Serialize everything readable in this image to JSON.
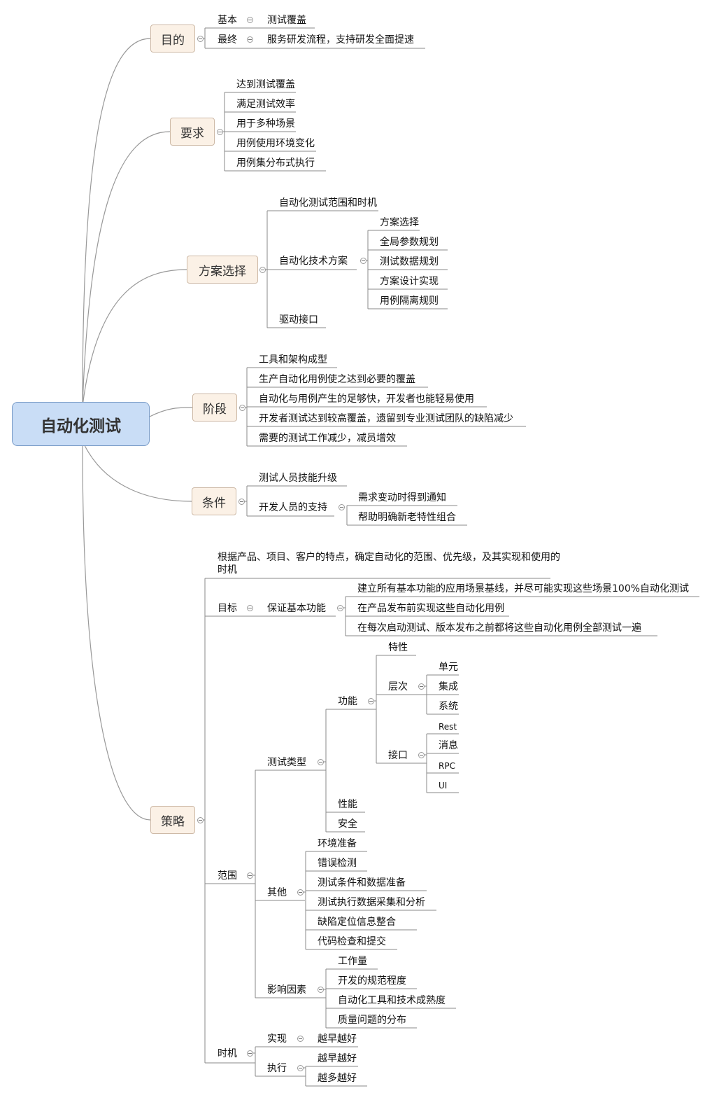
{
  "root": "自动化测试",
  "goal": {
    "label": "目的",
    "basic": "基本",
    "basic_item": "测试覆盖",
    "final": "最终",
    "final_item": "服务研发流程，支持研发全面提速"
  },
  "requirements": {
    "label": "要求",
    "items": [
      "达到测试覆盖",
      "满足测试效率",
      "用于多种场景",
      "用例使用环境变化",
      "用例集分布式执行"
    ]
  },
  "plan": {
    "label": "方案选择",
    "scope": "自动化测试范围和时机",
    "tech": "自动化技术方案",
    "tech_items": [
      "方案选择",
      "全局参数规划",
      "测试数据规划",
      "方案设计实现",
      "用例隔离规则"
    ],
    "driver": "驱动接口"
  },
  "stage": {
    "label": "阶段",
    "items": [
      "工具和架构成型",
      "生产自动化用例使之达到必要的覆盖",
      "自动化与用例产生的足够快，开发者也能轻易使用",
      "开发者测试达到较高覆盖，遗留到专业测试团队的缺陷减少",
      "需要的测试工作减少，减员增效"
    ]
  },
  "condition": {
    "label": "条件",
    "skills": "测试人员技能升级",
    "dev_support": "开发人员的支持",
    "dev_items": [
      "需求变动时得到通知",
      "帮助明确新老特性组合"
    ]
  },
  "strategy": {
    "label": "策略",
    "intro": "根据产品、项目、客户的特点，确定自动化的范围、优先级，及其实现和使用的时机",
    "target": "目标",
    "basic_func": "保证基本功能",
    "basic_items": [
      "建立所有基本功能的应用场景基线，并尽可能实现这些场景100%自动化测试",
      "在产品发布前实现这些自动化用例",
      "在每次启动测试、版本发布之前都将这些自动化用例全部测试一遍"
    ],
    "scope": "范围",
    "test_type": "测试类型",
    "function": "功能",
    "feature": "特性",
    "level": "层次",
    "level_items": [
      "单元",
      "集成",
      "系统"
    ],
    "interface": "接口",
    "interface_items": [
      "Rest",
      "消息",
      "RPC",
      "UI"
    ],
    "performance": "性能",
    "security": "安全",
    "other": "其他",
    "other_items": [
      "环境准备",
      "错误检测",
      "测试条件和数据准备",
      "测试执行数据采集和分析",
      "缺陷定位信息整合",
      "代码检查和提交"
    ],
    "factors": "影响因素",
    "factor_items": [
      "工作量",
      "开发的规范程度",
      "自动化工具和技术成熟度",
      "质量问题的分布"
    ],
    "timing": "时机",
    "implement": "实现",
    "implement_item": "越早越好",
    "execute": "执行",
    "execute_items": [
      "越早越好",
      "越多越好"
    ]
  }
}
